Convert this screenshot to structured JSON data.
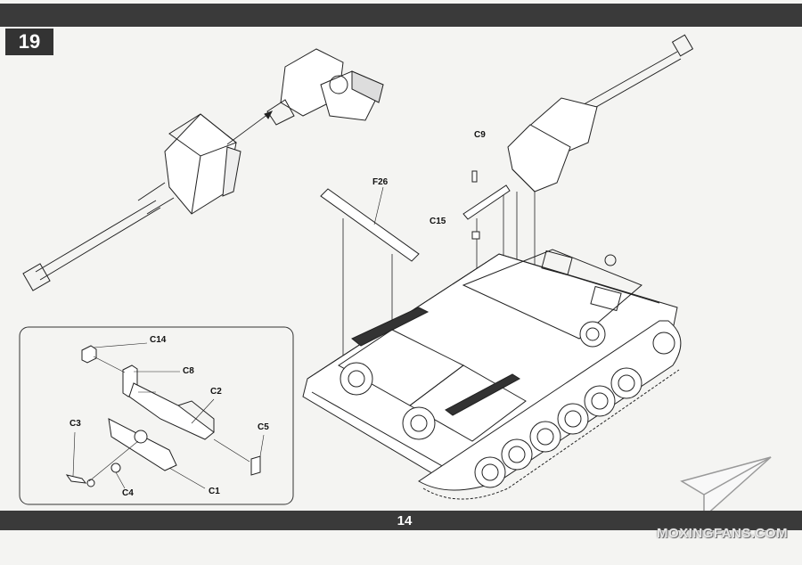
{
  "page": {
    "step_number": "19",
    "page_number": "14",
    "watermark": "MOXINGFANS.COM"
  },
  "parts": {
    "c9": "C9",
    "f26": "F26",
    "c15": "C15",
    "c14": "C14",
    "c8": "C8",
    "c2": "C2",
    "c3": "C3",
    "c5": "C5",
    "c4": "C4",
    "c1": "C1"
  }
}
